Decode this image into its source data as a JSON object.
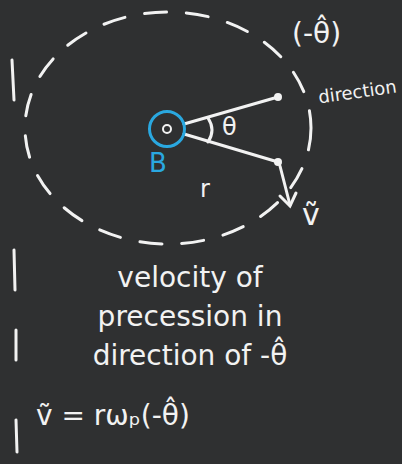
{
  "diagram": {
    "nodes": [
      {
        "text": [
          "B"
        ]
      }
    ],
    "labels": [
      "(-θ̂)",
      "direction",
      "θ",
      "r",
      "ṽ",
      "velocity of precession in direction of -θ̂",
      "ṽ = rωₚ(-θ̂)"
    ]
  }
}
